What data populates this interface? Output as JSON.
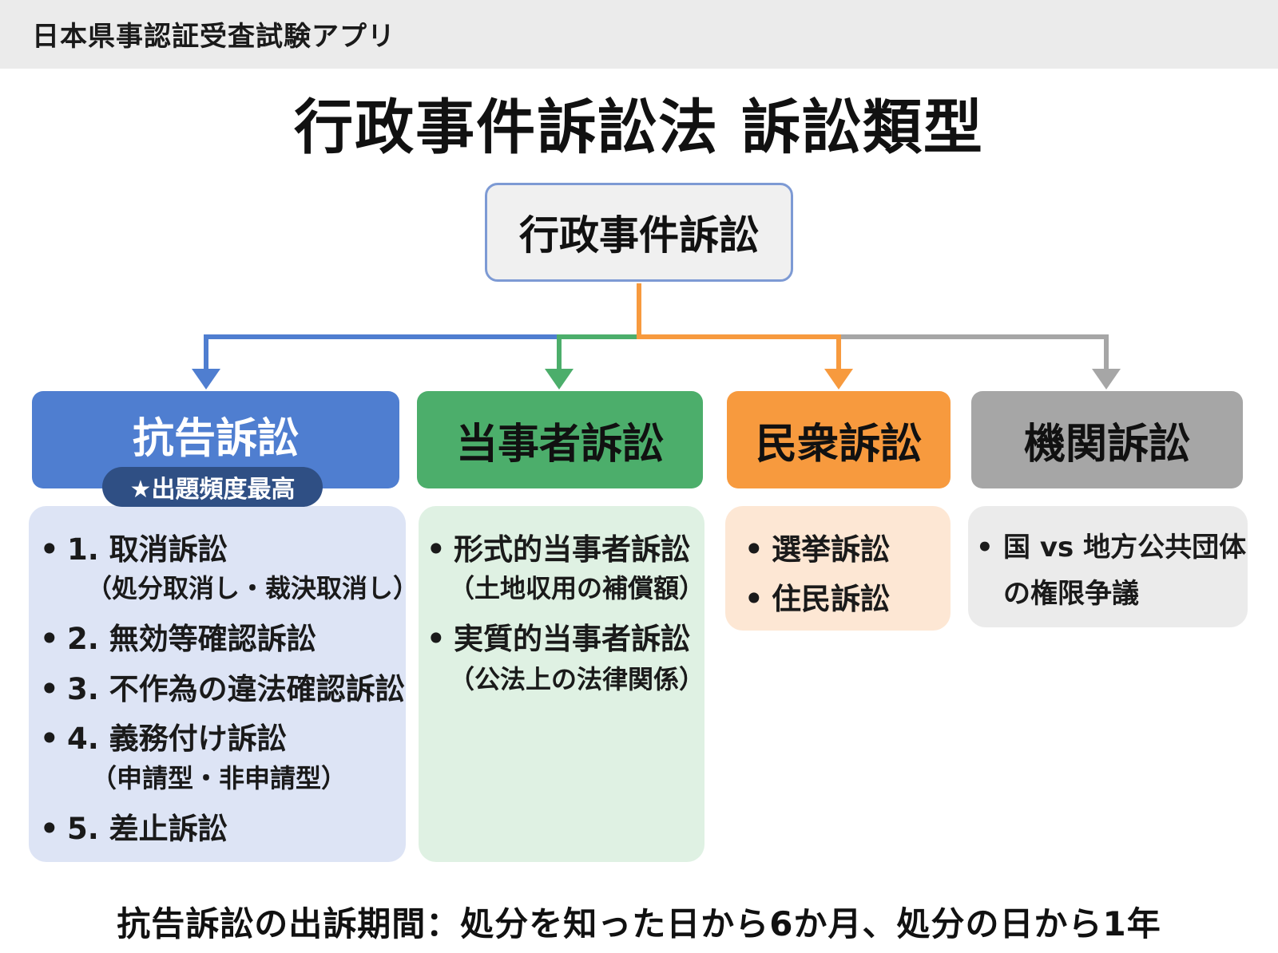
{
  "header": {
    "app_title": "日本県事認証受査試験アプリ"
  },
  "title": "行政事件訴訟法 訴訟類型",
  "root": "行政事件訴訟",
  "categories": {
    "kokoku": {
      "label": "抗告訴訟",
      "badge": "★出題頻度最高",
      "color": "#4f7ed0",
      "items": [
        {
          "label": "1. 取消訴訟",
          "sub": "（処分取消し・裁決取消し）"
        },
        {
          "label": "2. 無効等確認訴訟"
        },
        {
          "label": "3. 不作為の違法確認訴訟"
        },
        {
          "label": "4. 義務付け訴訟",
          "sub": "（申請型・非申請型）"
        },
        {
          "label": "5. 差止訴訟"
        }
      ]
    },
    "tojisha": {
      "label": "当事者訴訟",
      "color": "#4cae6b",
      "items": [
        {
          "label": "形式的当事者訴訟",
          "sub": "（土地収用の補償額）"
        },
        {
          "label": "実質的当事者訴訟",
          "sub": "（公法上の法律関係）"
        }
      ]
    },
    "minshu": {
      "label": "民衆訴訟",
      "color": "#f79a3e",
      "items": [
        {
          "label": "選挙訴訟"
        },
        {
          "label": "住民訴訟"
        }
      ]
    },
    "kikan": {
      "label": "機関訴訟",
      "color": "#a6a6a6",
      "items": [
        {
          "label": "国 vs 地方公共団体",
          "label2": "の権限争議"
        }
      ]
    }
  },
  "footer": "抗告訴訟の出訴期間：処分を知った日から6か月、処分の日から1年",
  "bullet": "•"
}
